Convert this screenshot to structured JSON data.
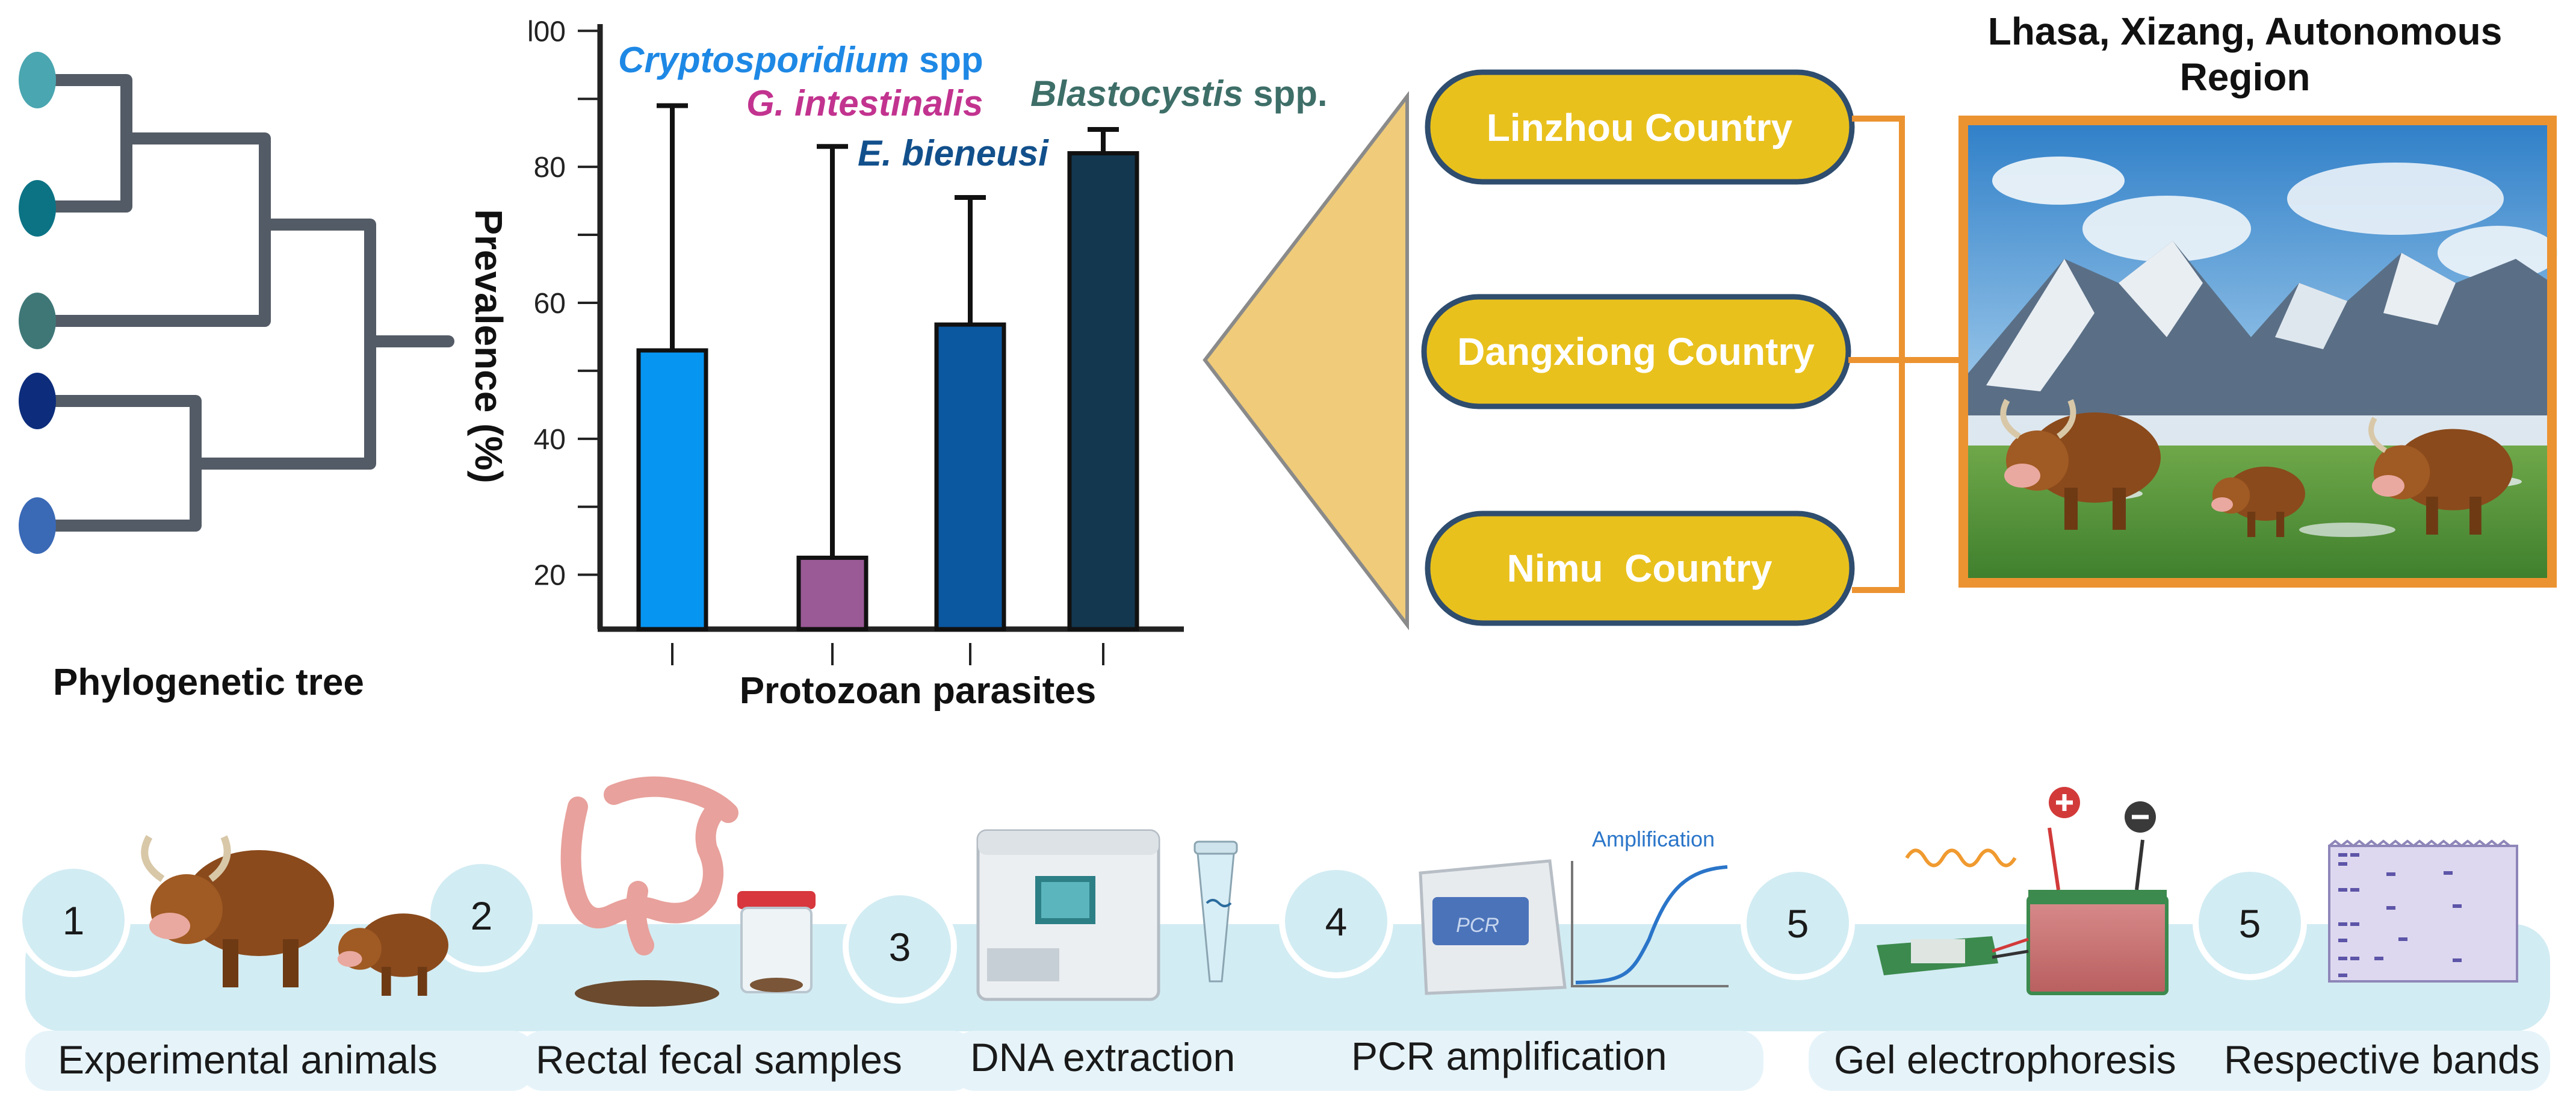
{
  "phylo": {
    "label": "Phylogenetic tree"
  },
  "chart_data": {
    "type": "bar",
    "categories": [
      "Cryptosporidium spp",
      "G. intestinalis",
      "E. bieneusi",
      "Blastocystis spp."
    ],
    "series_labels": [
      {
        "italic": "Cryptosporidium",
        "rest": " spp",
        "color": "#1e88e5"
      },
      {
        "italic": "G. intestinalis",
        "rest": "",
        "color": "#c2338f"
      },
      {
        "italic": "E. bieneusi",
        "rest": "",
        "color": "#12508c"
      },
      {
        "italic": "Blastocystis",
        "rest": " spp.",
        "color": "#3e6e68"
      }
    ],
    "values": [
      53,
      22.5,
      56.8,
      82
    ],
    "error_upper": [
      89,
      83,
      75.5,
      85.5
    ],
    "bar_colors": [
      "#0795f2",
      "#9a5a96",
      "#0b57a0",
      "#13374f"
    ],
    "ylabel": "Prevalence (%)",
    "xlabel": "Protozoan parasites",
    "yticks": [
      20,
      40,
      60,
      80,
      100
    ],
    "ytick_labels": [
      "20",
      "40",
      "60",
      "80",
      "l00"
    ],
    "ylim": [
      12,
      101
    ]
  },
  "regions": [
    "Linzhou Country",
    "Dangxiong Country",
    "Nimu  Country"
  ],
  "region_title": "Lhasa, Xizang, Autonomous Region",
  "workflow": {
    "steps": [
      {
        "num": "1",
        "label": "Experimental animals"
      },
      {
        "num": "2",
        "label": "Rectal fecal samples"
      },
      {
        "num": "3",
        "label": "DNA extraction"
      },
      {
        "num": "4",
        "label": "PCR amplification"
      },
      {
        "num": "5",
        "label": "Gel electrophoresis"
      },
      {
        "num": "5",
        "label": "Respective bands"
      }
    ],
    "pcr_device_text": "PCR",
    "amplification_text": "Amplification"
  },
  "colors": {
    "accent_blue": "#0795f2",
    "pill_yellow": "#e9c11d",
    "frame_orange": "#ec9331",
    "tree_gray": "#535b66",
    "band_bg": "#d2ecf3"
  }
}
